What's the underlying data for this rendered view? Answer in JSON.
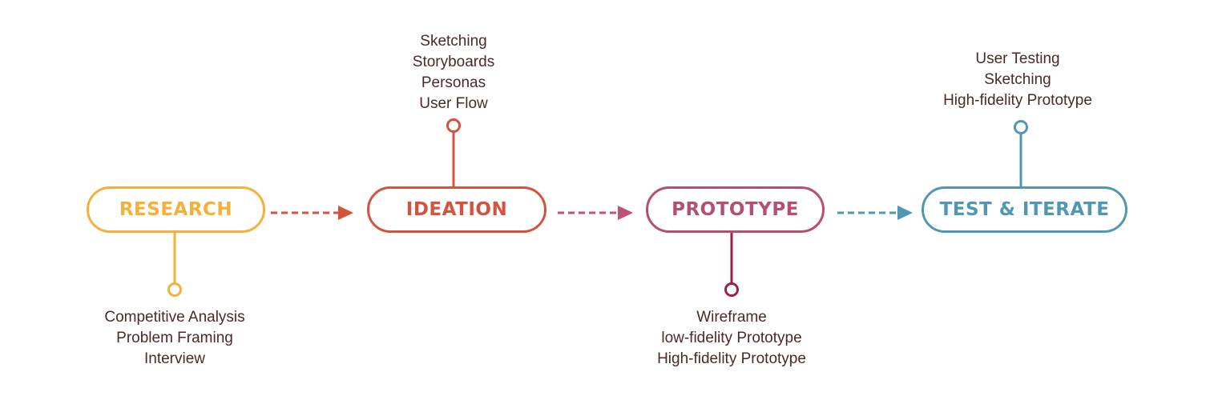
{
  "stages": [
    {
      "label": "RESEARCH",
      "color": "#f3b13a",
      "details": [
        "Competitive Analysis",
        "Problem Framing",
        "Interview"
      ]
    },
    {
      "label": "IDEATION",
      "color": "#d4533e",
      "details": [
        "Sketching",
        "Storyboards",
        "Personas",
        "User Flow"
      ]
    },
    {
      "label": "PROTOTYPE",
      "color": "#b44e73",
      "details": [
        "Wireframe",
        "low-fidelity Prototype",
        "High-fidelity Prototype"
      ]
    },
    {
      "label": "TEST & ITERATE",
      "color": "#4f97b3",
      "details": [
        "User Testing",
        "Sketching",
        "High-fidelity Prototype"
      ]
    }
  ],
  "colors": {
    "arrow_1": "#d4533e",
    "arrow_2": "#c0527a",
    "arrow_3": "#4f97b3",
    "prototype_stem": "#9c1f4f",
    "text": "#4a2a25"
  }
}
